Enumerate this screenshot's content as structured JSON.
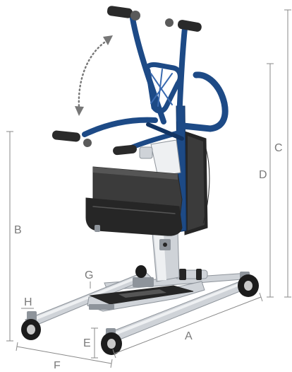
{
  "colors": {
    "frame_blue": "#1d4a86",
    "frame_blue_dark": "#123463",
    "frame_blue_light": "#3a6ab0",
    "grip": "#2a2a2a",
    "grip_ridge": "#5a5a5a",
    "seat": "#3b3b3b",
    "seat_dark": "#262626",
    "seat_light": "#555555",
    "steel": "#cfd3d8",
    "steel_dark": "#8e949b",
    "steel_light": "#eef0f2",
    "wheel": "#1c1c1c",
    "hub": "#c9c9c9",
    "dimension_line": "#8a8a8a",
    "dimension_text": "#7a7a7a",
    "arrow": "#777777"
  },
  "labels": {
    "a": "A",
    "b": "B",
    "c": "C",
    "d": "D",
    "e": "E",
    "f": "F",
    "g": "G",
    "h": "H"
  }
}
